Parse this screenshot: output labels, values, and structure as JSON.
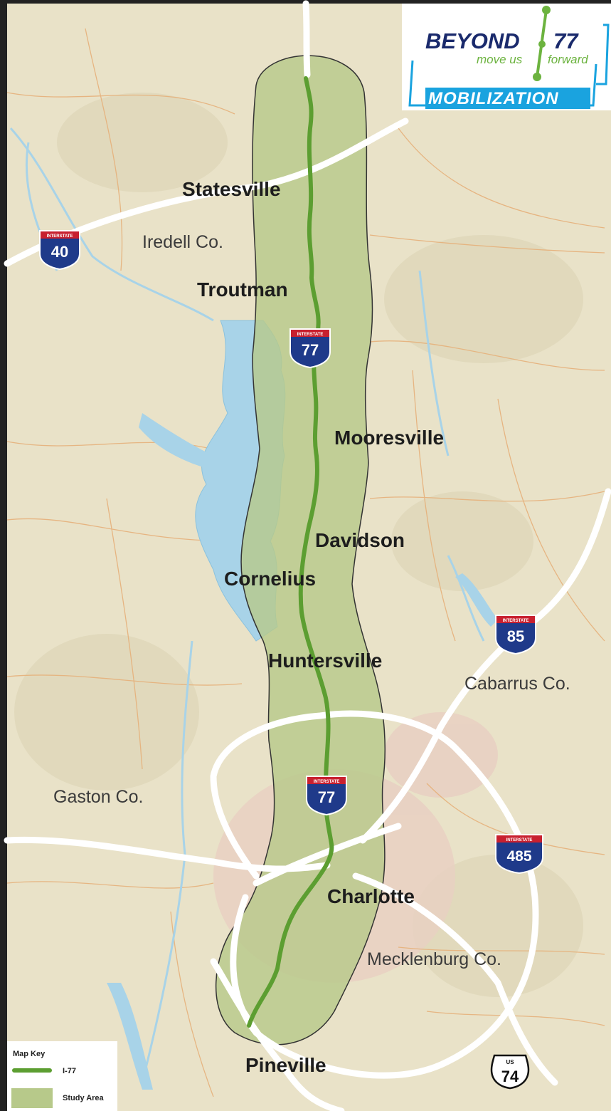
{
  "logo": {
    "brand": "BEYOND",
    "number": "77",
    "tagline_left": "move us",
    "tagline_right": "forward",
    "banner": "MOBILIZATION"
  },
  "places": {
    "statesville": "Statesville",
    "troutman": "Troutman",
    "mooresville": "Mooresville",
    "davidson": "Davidson",
    "cornelius": "Cornelius",
    "huntersville": "Huntersville",
    "charlotte": "Charlotte",
    "pineville": "Pineville"
  },
  "counties": {
    "iredell": "Iredell Co.",
    "cabarrus": "Cabarrus Co.",
    "gaston": "Gaston Co.",
    "mecklenburg": "Mecklenburg Co."
  },
  "shields": {
    "interstate_label": "INTERSTATE",
    "us_label": "US",
    "i40": "40",
    "i77_north": "77",
    "i77_south": "77",
    "i85": "85",
    "i485": "485",
    "us74": "74"
  },
  "map_key": {
    "title": "Map Key",
    "route_label": "I-77",
    "area_label": "Study Area"
  },
  "colors": {
    "terrain": "#e9e2c8",
    "water": "#a8d3e8",
    "study_area": "#b7c98a",
    "route": "#5c9e31",
    "interstate_blue": "#1f3a8a",
    "interstate_red": "#c8202f",
    "logo_navy": "#1a2a6c",
    "logo_green": "#6cb33f",
    "logo_cyan": "#1aa3df"
  }
}
